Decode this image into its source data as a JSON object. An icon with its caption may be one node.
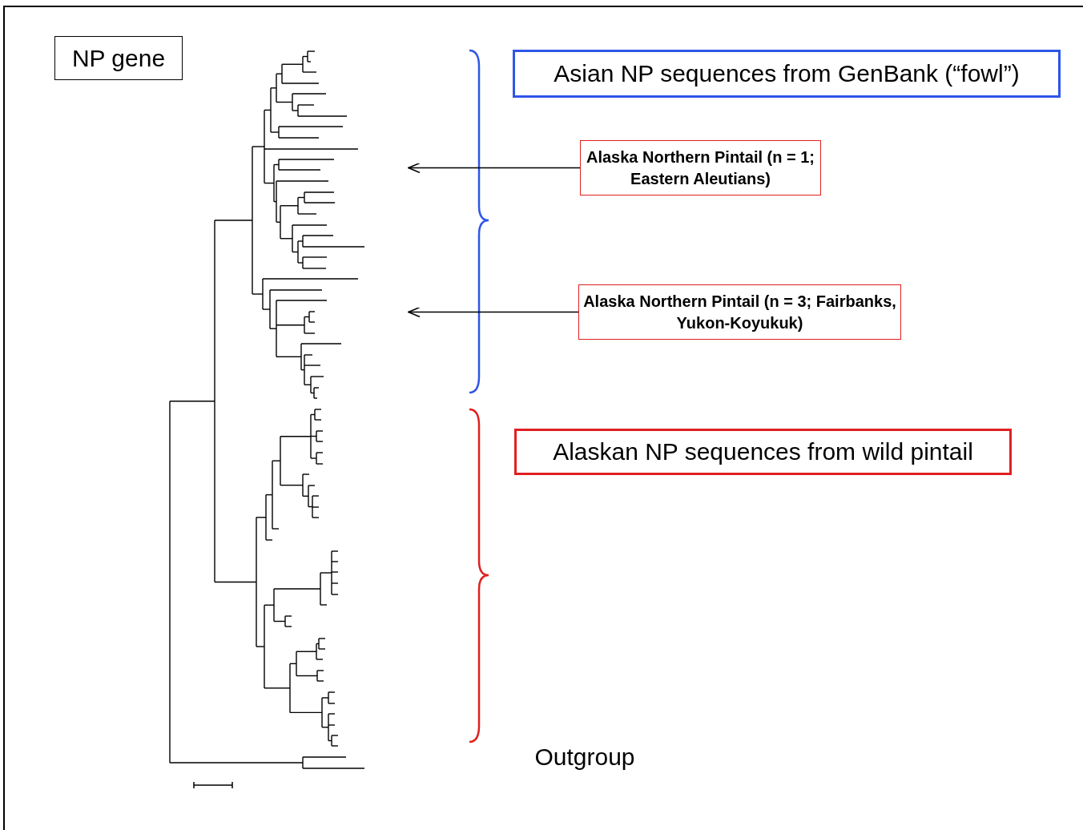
{
  "diagram": {
    "nodes": [
      {
        "text": [
          "NP gene"
        ]
      },
      {
        "text": [
          "Asian NP sequences from GenBank (“fowl”)"
        ]
      },
      {
        "text": [
          "Alaska Northern Pintail (n = 1; Eastern Aleutians)"
        ]
      },
      {
        "text": [
          "Alaska Northern Pintail (n = 3; Fairbanks, Yukon-Koyukuk)"
        ]
      },
      {
        "text": [
          "Alaskan NP sequences from wild pintail"
        ]
      },
      {
        "text": [
          "Outgroup"
        ]
      }
    ],
    "edges": [
      {
        "from": 2,
        "to": null,
        "arrow": "to"
      },
      {
        "from": 3,
        "to": null,
        "arrow": "to"
      }
    ]
  }
}
